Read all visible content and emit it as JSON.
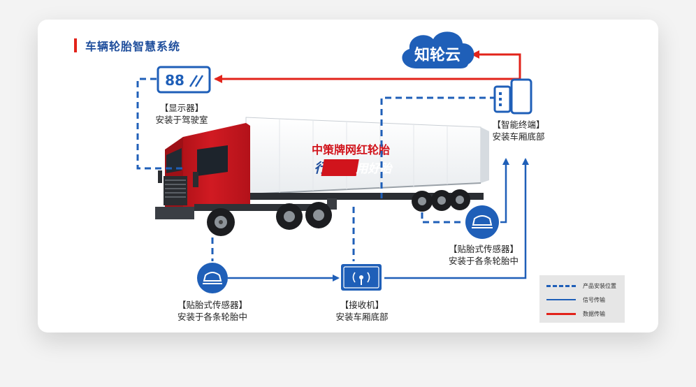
{
  "title": "车辆轮胎智慧系统",
  "cloud": {
    "label": "知轮云"
  },
  "display": {
    "icon_text": "88",
    "name": "【显示器】",
    "location": "安装于驾驶室"
  },
  "terminal": {
    "name": "【智能终端】",
    "location": "安装车厢底部"
  },
  "sensor_front": {
    "name": "【贴胎式传感器】",
    "location": "安装于各条轮胎中"
  },
  "sensor_rear": {
    "name": "【贴胎式传感器】",
    "location": "安装于各条轮胎中"
  },
  "receiver": {
    "name": "【接收机】",
    "location": "安装车厢底部"
  },
  "truck": {
    "brand_line1": "中策牌网红轮胎",
    "slogan_a": "行远路",
    "slogan_b": "用好胎"
  },
  "legend": {
    "items": [
      {
        "label": "产品安装位置",
        "style": "dashed"
      },
      {
        "label": "信号传输",
        "style": "blue"
      },
      {
        "label": "数据传输",
        "style": "red"
      }
    ]
  },
  "colors": {
    "blue": "#1f5fb8",
    "red": "#e2231a",
    "truck_red": "#c8161d"
  }
}
